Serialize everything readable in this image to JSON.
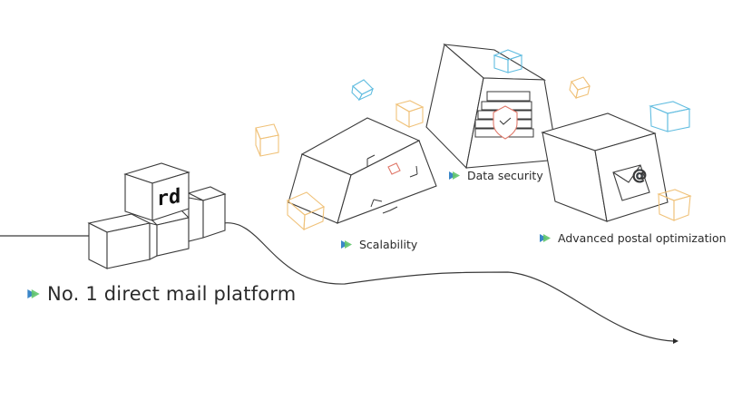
{
  "headline": {
    "text": "No. 1 direct mail platform"
  },
  "features": {
    "scalability": "Scalability",
    "data_security": "Data security",
    "postal": "Advanced postal optimization"
  },
  "logo": {
    "text": "rd"
  },
  "colors": {
    "line": "#3a3a3a",
    "accent_green": "#62c56b",
    "accent_blue": "#3a86c8",
    "accent_orange": "#f0c27a",
    "accent_cyan": "#62bde0",
    "accent_red": "#e0786a"
  }
}
